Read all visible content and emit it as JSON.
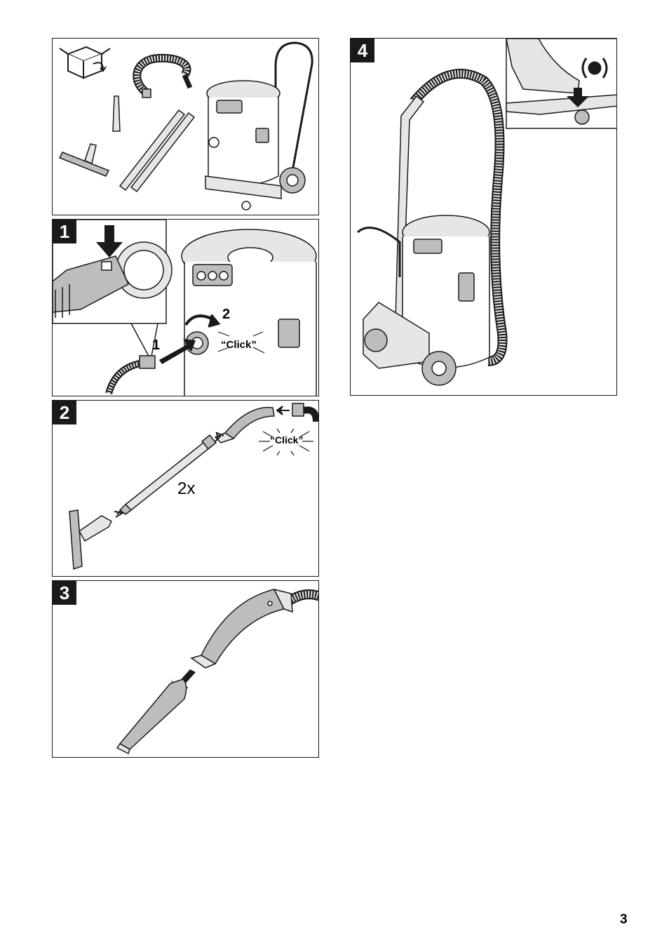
{
  "panels": {
    "contents": {},
    "step1": {
      "number": "1",
      "callout_1": "1",
      "callout_2": "2",
      "click": "“Click”"
    },
    "step2": {
      "number": "2",
      "click": "“Click”",
      "multiplier": "2x"
    },
    "step3": {
      "number": "3"
    },
    "step4": {
      "number": "4"
    }
  },
  "page_number": "3",
  "icons": [
    "box-unpack-icon",
    "sound-wave-icon",
    "rotate-arrow-icon",
    "push-arrow-icon"
  ],
  "colors": {
    "ink": "#1a1a1a",
    "line": "#333333",
    "shade": "#bdbdbd",
    "light": "#e6e6e6"
  }
}
